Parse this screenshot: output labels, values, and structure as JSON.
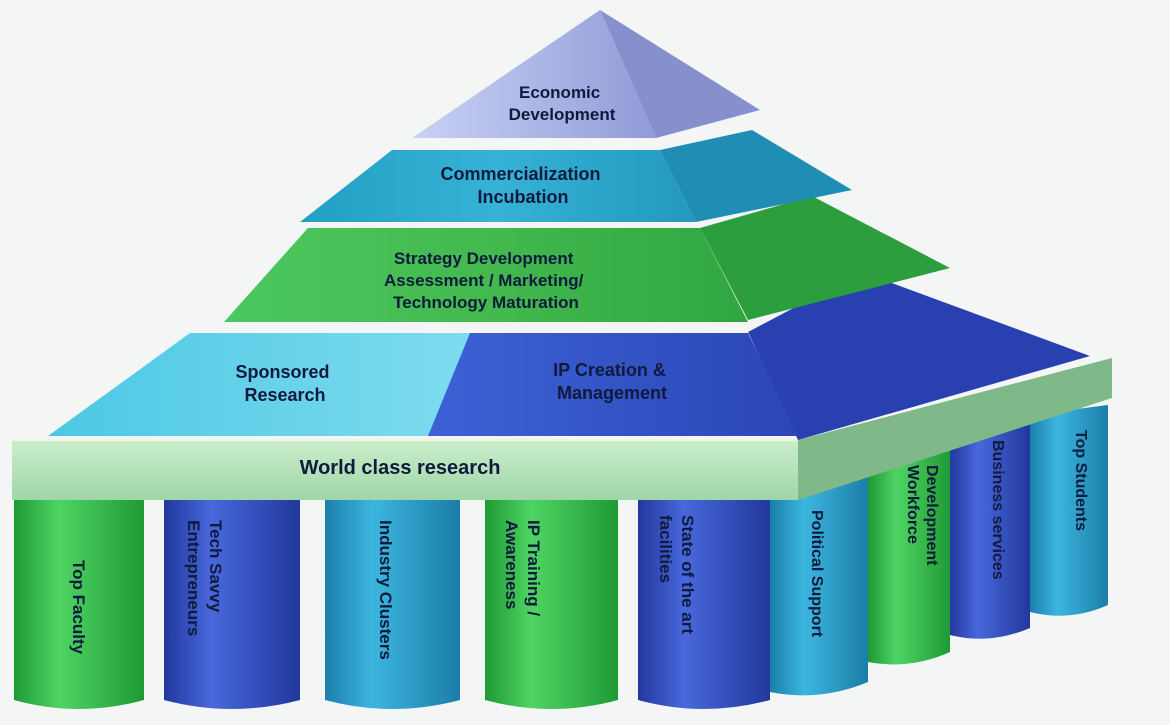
{
  "pyramid": {
    "tiers": [
      {
        "lines": [
          "Economic",
          "Development"
        ]
      },
      {
        "lines": [
          "Commercialization",
          "Incubation"
        ]
      },
      {
        "lines": [
          "Strategy Development",
          "Assessment / Marketing/",
          "Technology Maturation"
        ]
      }
    ],
    "base_left": {
      "lines": [
        "Sponsored",
        "Research"
      ]
    },
    "base_right": {
      "lines": [
        "IP Creation &",
        "Management"
      ]
    }
  },
  "slab": {
    "label": "World class research"
  },
  "pillars": [
    {
      "lines": [
        "Top Faculty"
      ]
    },
    {
      "lines": [
        "Tech Savvy",
        "Entrepreneurs"
      ]
    },
    {
      "lines": [
        "Industry Clusters"
      ]
    },
    {
      "lines": [
        "IP Training /",
        "Awareness"
      ]
    },
    {
      "lines": [
        "State of the art",
        "facilities"
      ]
    },
    {
      "lines": [
        "Political Support"
      ]
    },
    {
      "lines": [
        "Workforce",
        "Development"
      ]
    },
    {
      "lines": [
        "Business services"
      ]
    },
    {
      "lines": [
        "Top Students"
      ]
    }
  ],
  "colors": {
    "tier_top": "#aab4e4",
    "tier_commercialization": "#2fa4c8",
    "tier_strategy": "#3fb84a",
    "base_left": "#62d0e8",
    "base_right": "#3353c8",
    "slab": "#b6e6bc",
    "pillar_green": "#2ebd47",
    "pillar_blue": "#2f4cc0",
    "pillar_teal": "#2a9cc8"
  }
}
